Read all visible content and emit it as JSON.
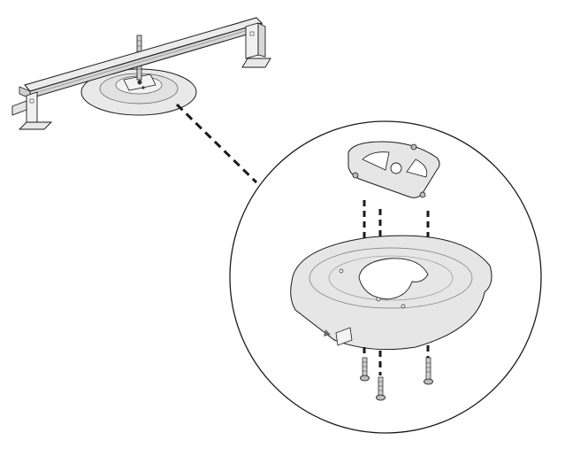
{
  "diagram": {
    "kind": "exploded-assembly-illustration",
    "colors": {
      "background": "#ffffff",
      "line": "#1a1a1a",
      "part_fill": "#e6e6e6",
      "part_shade": "#cfcfcf",
      "hole": "#ffffff"
    },
    "icons": {
      "mounting_frame": "bar-mount-frame-icon",
      "ceiling_plate": "round-ceiling-plate-icon",
      "bracket": "triangular-bracket-icon",
      "screws": "screw-icon"
    },
    "labels": [],
    "screw_count": 3,
    "alignment_guides": 3
  }
}
